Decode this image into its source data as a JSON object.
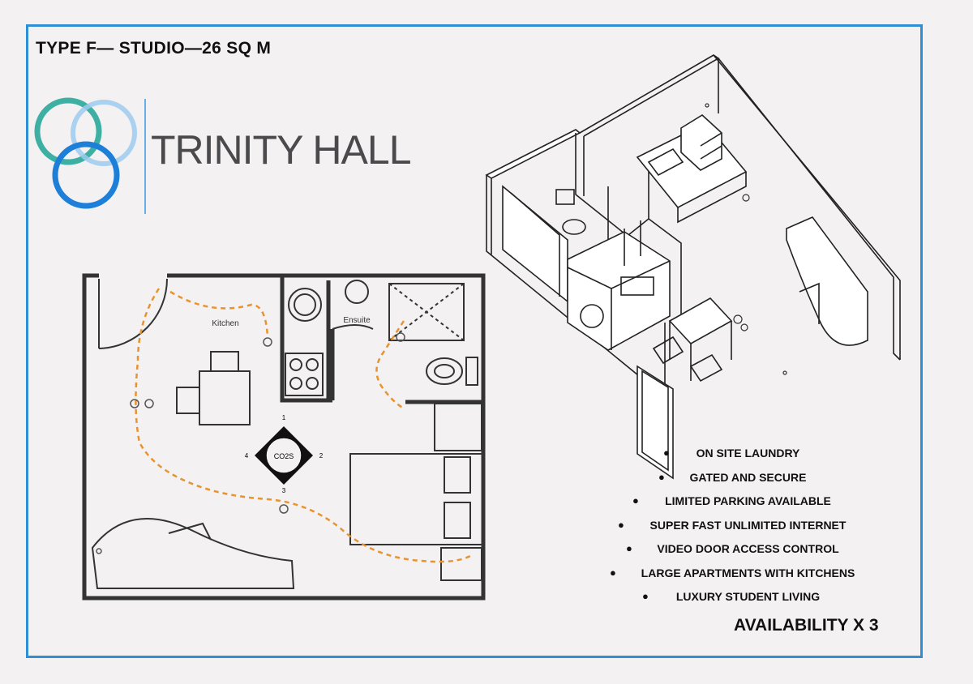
{
  "header": {
    "title": "TYPE F— STUDIO—26 SQ M"
  },
  "brand": {
    "name": "TRINITY HALL",
    "colors": {
      "teal": "#2aa89a",
      "blue": "#1e7fd8",
      "light": "#8fc4ec"
    }
  },
  "floor_plan": {
    "kitchen_label": "Kitchen",
    "ensuite_label": "Ensuite",
    "compass": {
      "center": "CO2S",
      "n": "1",
      "e": "2",
      "s": "3",
      "w": "4"
    }
  },
  "features": [
    "ON SITE LAUNDRY",
    "GATED AND SECURE",
    "LIMITED PARKING AVAILABLE",
    "SUPER FAST UNLIMITED INTERNET",
    "VIDEO DOOR ACCESS CONTROL",
    "LARGE APARTMENTS WITH KITCHENS",
    "LUXURY STUDENT LIVING"
  ],
  "availability": "AVAILABILITY X 3",
  "colors": {
    "frame": "#2f8fd6",
    "path": "#e8932e",
    "wall": "#333333"
  }
}
